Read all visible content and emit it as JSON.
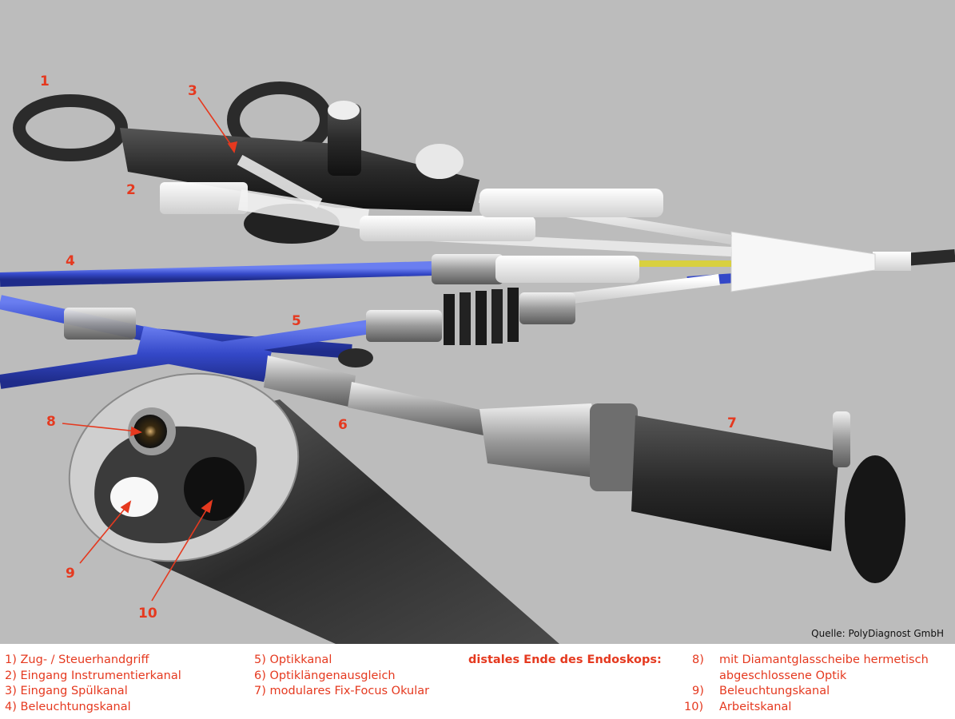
{
  "callouts": [
    "1",
    "2",
    "3",
    "4",
    "5",
    "6",
    "7",
    "8",
    "9",
    "10"
  ],
  "source": "Quelle: PolyDiagnost GmbH",
  "legend": {
    "col1": [
      "1) Zug- / Steuerhandgriff",
      "2) Eingang Instrumentierkanal",
      "3) Eingang Spülkanal",
      "4) Beleuchtungskanal"
    ],
    "col2": [
      "5) Optikkanal",
      "6) Optiklängenausgleich",
      "7) modulares Fix-Focus Okular"
    ],
    "distal_heading": "distales Ende des Endoskops:",
    "distal_nums": [
      "8)",
      "9)",
      "10)"
    ],
    "distal_items": [
      "mit Diamantglasscheibe hermetisch",
      "abgeschlossene Optik",
      "Beleuchtungskanal",
      "Arbeitskanal"
    ]
  },
  "colors": {
    "label": "#e5391f",
    "background": "#bcbcbc",
    "blue_cable": "#3a4fd0"
  }
}
